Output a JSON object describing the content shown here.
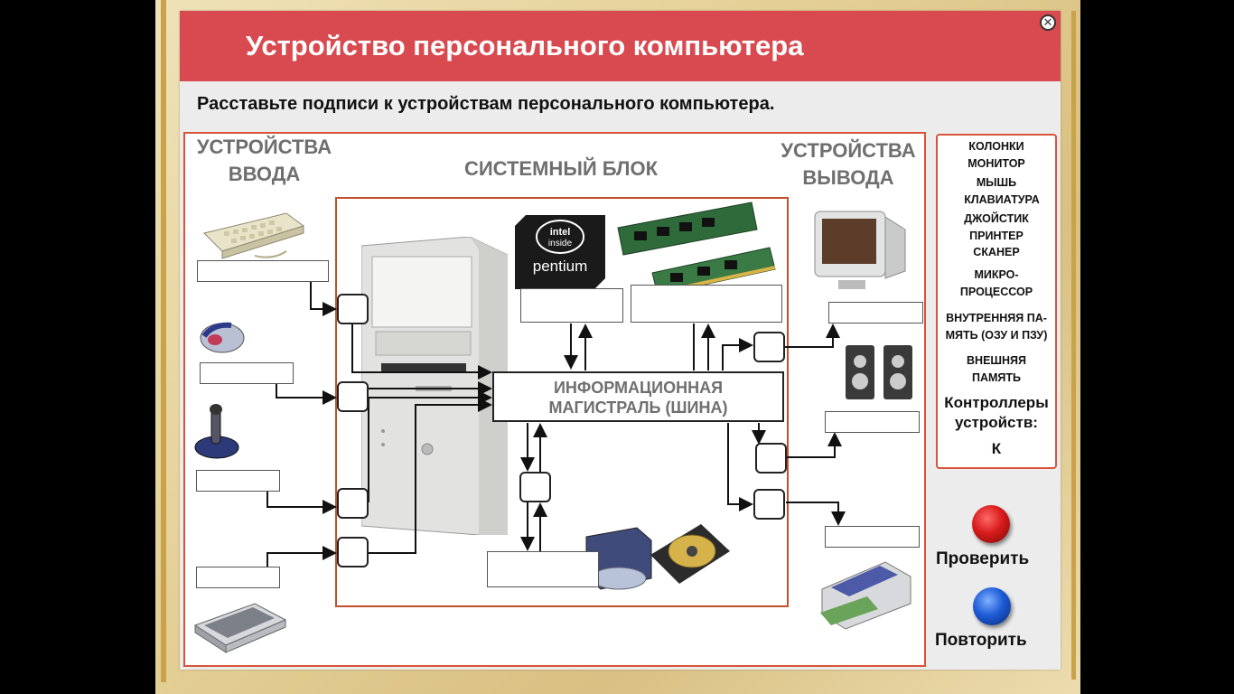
{
  "title": "Устройство персонального компьютера",
  "instruction": "Расставьте подписи к  устройствам персонального компьютера.",
  "sections": {
    "input": [
      "УСТРОЙСТВА",
      "ВВОДА"
    ],
    "system": "СИСТЕМНЫЙ БЛОК",
    "output": [
      "УСТРОЙСТВА",
      "ВЫВОДА"
    ]
  },
  "bus": [
    "ИНФОРМАЦИОННАЯ",
    "МАГИСТРАЛЬ (ШИНА)"
  ],
  "labels_panel": {
    "items": [
      [
        "КОЛОНКИ"
      ],
      [
        "МОНИТОР"
      ],
      [
        "МЫШЬ"
      ],
      [
        "КЛАВИАТУРА"
      ],
      [
        "ДЖОЙСТИК"
      ],
      [
        "ПРИНТЕР"
      ],
      [
        "СКАНЕР"
      ],
      [
        "МИКРО-",
        "ПРОЦЕССОР"
      ],
      [
        "ВНУТРЕННЯЯ ПА-",
        "МЯТЬ (ОЗУ И ПЗУ)"
      ],
      [
        "ВНЕШНЯЯ",
        "ПАМЯТЬ"
      ]
    ],
    "controllers_caption": [
      "Контроллеры",
      "устройств:"
    ],
    "controller_letter": "К"
  },
  "buttons": {
    "check": "Проверить",
    "repeat": "Повторить"
  },
  "colors": {
    "title_bar": "#d84a4f",
    "border": "#d9533a",
    "section_text": "#6f6f6f",
    "check_button": "#d81b1b",
    "repeat_button": "#1e5bd6"
  },
  "icons": [
    "close-icon",
    "keyboard-image",
    "mouse-image",
    "joystick-image",
    "scanner-image",
    "system-unit-image",
    "intel-pentium-chip-image",
    "ram-module-image",
    "monitor-image",
    "speakers-image",
    "printer-image",
    "external-storage-image"
  ]
}
